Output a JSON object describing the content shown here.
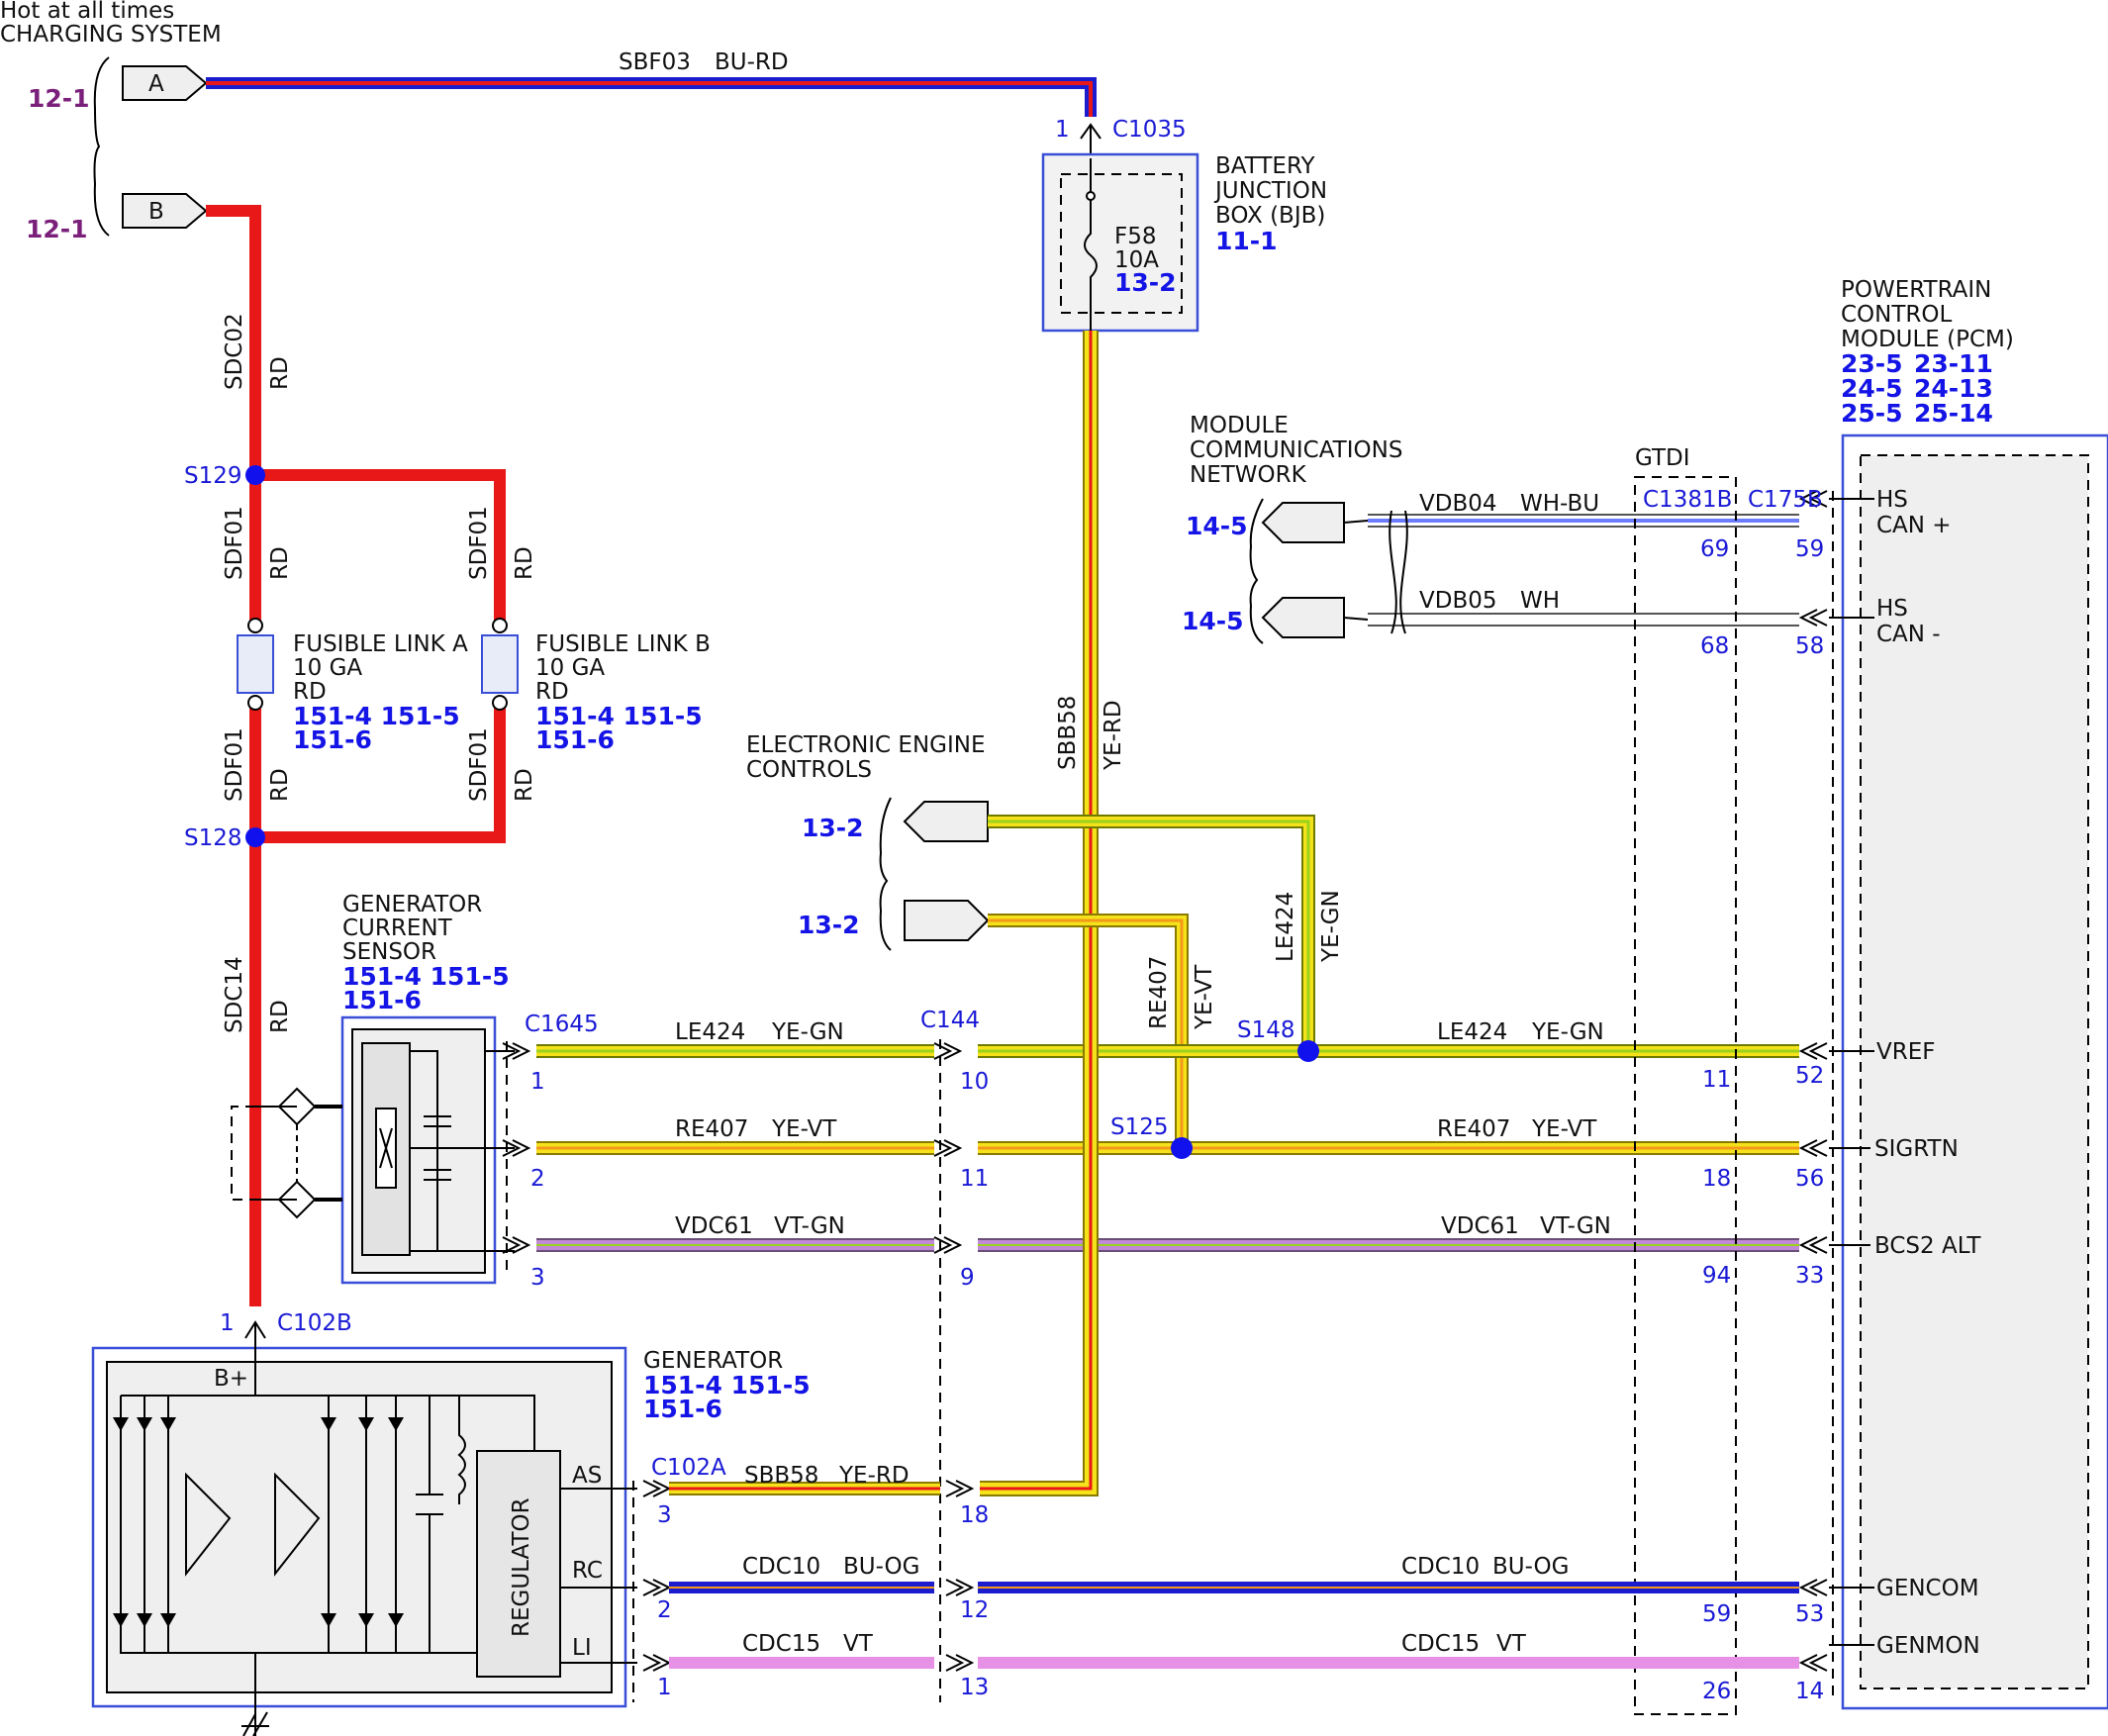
{
  "colors": {
    "red": "#e81818",
    "blue": "#1c1ccf",
    "yellow": "#f5e21a",
    "green": "#9bd21c",
    "violet": "#c18ad6",
    "pink": "#e690e6",
    "orange": "#f39a1a",
    "white": "#ffffff",
    "black": "#000000",
    "purple_ref": "#7a1f7a",
    "link_blue": "#1414e6"
  },
  "header": {
    "line1": "Hot at all times",
    "line2": "CHARGING SYSTEM"
  },
  "charging_refs": {
    "a": "12-1",
    "b": "12-1"
  },
  "connectors_in": {
    "a": "A",
    "b": "B"
  },
  "circuits": {
    "sbf03": {
      "id": "SBF03",
      "color": "BU-RD"
    },
    "sdc02": {
      "id": "SDC02",
      "color": "RD"
    },
    "sdf01_1": {
      "id": "SDF01",
      "color": "RD"
    },
    "sdf01_2": {
      "id": "SDF01",
      "color": "RD"
    },
    "sdf01_3": {
      "id": "SDF01",
      "color": "RD"
    },
    "sdf01_4": {
      "id": "SDF01",
      "color": "RD"
    },
    "sdc14": {
      "id": "SDC14",
      "color": "RD"
    },
    "sbb58_v": {
      "id": "SBB58",
      "color": "YE-RD"
    },
    "le424_v": {
      "id": "LE424",
      "color": "YE-GN"
    },
    "re407_v": {
      "id": "RE407",
      "color": "YE-VT"
    },
    "le424_left": {
      "id": "LE424",
      "color": "YE-GN"
    },
    "le424_right": {
      "id": "LE424",
      "color": "YE-GN"
    },
    "re407_left": {
      "id": "RE407",
      "color": "YE-VT"
    },
    "re407_right": {
      "id": "RE407",
      "color": "YE-VT"
    },
    "vdc61_left": {
      "id": "VDC61",
      "color": "VT-GN"
    },
    "vdc61_right": {
      "id": "VDC61",
      "color": "VT-GN"
    },
    "sbb58_h": {
      "id": "SBB58",
      "color": "YE-RD"
    },
    "cdc10_left": {
      "id": "CDC10",
      "color": "BU-OG"
    },
    "cdc10_right": {
      "id": "CDC10",
      "color": "BU-OG"
    },
    "cdc15_left": {
      "id": "CDC15",
      "color": "VT"
    },
    "cdc15_right": {
      "id": "CDC15",
      "color": "VT"
    },
    "vdb04": {
      "id": "VDB04",
      "color": "WH-BU"
    },
    "vdb05": {
      "id": "VDB05",
      "color": "WH"
    }
  },
  "bjb": {
    "connector": "C1035",
    "pin": "1",
    "title1": "BATTERY",
    "title2": "JUNCTION",
    "title3": "BOX (BJB)",
    "ref": "11-1",
    "fuse": "F58",
    "rating": "10A",
    "fuse_ref": "13-2"
  },
  "splices": {
    "s129": "S129",
    "s128": "S128",
    "s148": "S148",
    "s125": "S125"
  },
  "fusible_a": {
    "title": "FUSIBLE LINK A",
    "gauge": "10 GA",
    "color": "RD",
    "refs1": "151-4 151-5",
    "refs2": "151-6"
  },
  "fusible_b": {
    "title": "FUSIBLE LINK B",
    "gauge": "10 GA",
    "color": "RD",
    "refs1": "151-4 151-5",
    "refs2": "151-6"
  },
  "mcn": {
    "line1": "MODULE",
    "line2": "COMMUNICATIONS",
    "line3": "NETWORK",
    "ref1": "14-5",
    "ref2": "14-5"
  },
  "eec": {
    "line1": "ELECTRONIC ENGINE",
    "line2": "CONTROLS",
    "ref1": "13-2",
    "ref2": "13-2"
  },
  "pcm": {
    "line1": "POWERTRAIN",
    "line2": "CONTROL",
    "line3": "MODULE (PCM)",
    "refs_row1": [
      "23-5",
      "23-11"
    ],
    "refs_row2": [
      "24-5",
      "24-13"
    ],
    "refs_row3": [
      "25-5",
      "25-14"
    ],
    "pins": [
      {
        "label": "HS",
        "label2": "CAN +",
        "pin": "59",
        "gtdi": "69"
      },
      {
        "label": "HS",
        "label2": "CAN -",
        "pin": "58",
        "gtdi": "68"
      },
      {
        "label": "VREF",
        "pin": "52",
        "gtdi": "11"
      },
      {
        "label": "SIGRTN",
        "pin": "56",
        "gtdi": "18"
      },
      {
        "label": "BCS2 ALT",
        "pin": "33",
        "gtdi": "94"
      },
      {
        "label": "GENCOM",
        "pin": "53",
        "gtdi": "59"
      },
      {
        "label": "GENMON",
        "pin": "14",
        "gtdi": "26"
      }
    ]
  },
  "gtdi": {
    "label": "GTDI",
    "connector": "C1381B"
  },
  "c175b": "C175B",
  "gcs": {
    "line1": "GENERATOR",
    "line2": "CURRENT",
    "line3": "SENSOR",
    "refs1": "151-4 151-5",
    "refs2": "151-6",
    "connector": "C1645",
    "pins": [
      "1",
      "2",
      "3"
    ]
  },
  "c144": {
    "connector": "C144",
    "pins": [
      "10",
      "11",
      "9"
    ]
  },
  "generator": {
    "title": "GENERATOR",
    "refs1": "151-4 151-5",
    "refs2": "151-6",
    "connector": "C102B",
    "pin": "1",
    "bplus": "B+",
    "regulator": "REGULATOR",
    "terminals": [
      "AS",
      "RC",
      "LI"
    ],
    "connector2": "C102A",
    "pins2": [
      "3",
      "2",
      "1"
    ],
    "inline_pins": [
      "18",
      "12",
      "13"
    ]
  }
}
